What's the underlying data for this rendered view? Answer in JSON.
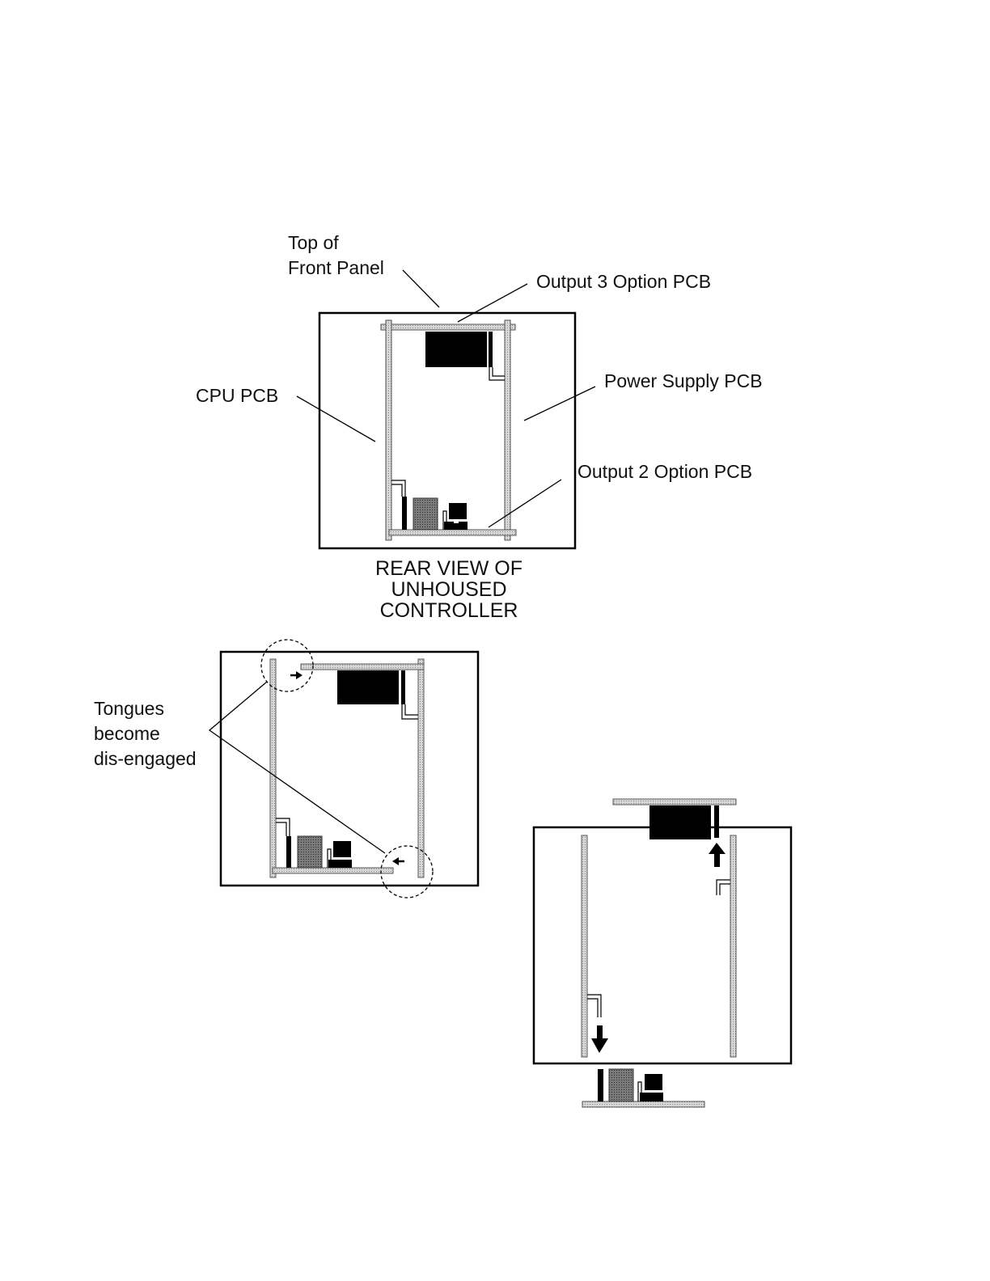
{
  "labels": {
    "top_front_panel": [
      "Top of",
      "Front Panel"
    ],
    "output3": "Output 3 Option PCB",
    "power_supply": "Power Supply PCB",
    "cpu": "CPU PCB",
    "output2": "Output 2 Option PCB",
    "tongues": [
      "Tongues",
      "become",
      "dis-engaged"
    ]
  },
  "caption": [
    "REAR VIEW OF",
    "UNHOUSED",
    "CONTROLLER"
  ],
  "colors": {
    "line": "#000000",
    "board": "#c8c8c8",
    "board_edge": "#555555",
    "component_dark": "#000000",
    "component_mid": "#6e6e6e"
  }
}
